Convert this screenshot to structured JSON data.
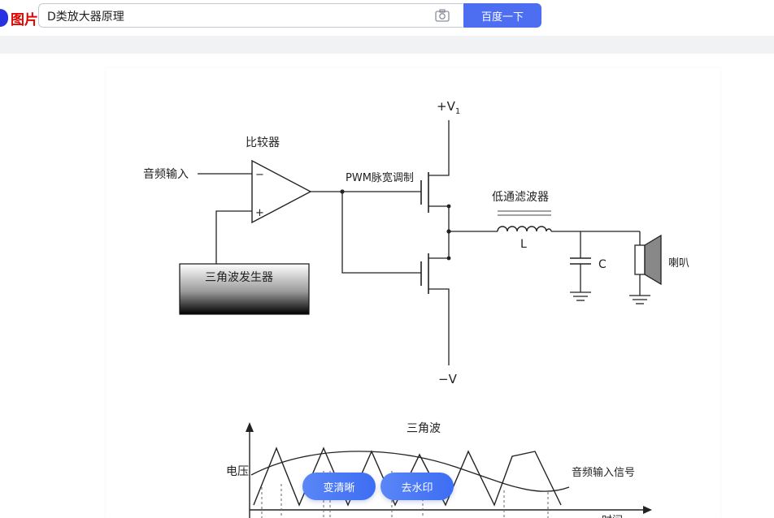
{
  "logo": {
    "text": "图片"
  },
  "search": {
    "query": "D类放大器原理",
    "button_label": "百度一下"
  },
  "diagram": {
    "comparator_label": "比较器",
    "audio_input_label": "音频输入",
    "triangle_generator_label": "三角波发生器",
    "pwm_label": "PWM脉宽调制",
    "vplus_label": "+V",
    "vplus_sub": "1",
    "vminus_label": "−V",
    "lowpass_label": "低通滤波器",
    "inductor_label": "L",
    "capacitor_label": "C",
    "speaker_label": "喇叭",
    "minus_sign": "−",
    "plus_sign": "+"
  },
  "waveform": {
    "title": "三角波",
    "y_axis_label": "电压",
    "x_axis_label": "时间",
    "audio_signal_label": "音频输入信号"
  },
  "actions": {
    "enhance_label": "变清晰",
    "remove_watermark_label": "去水印"
  },
  "colors": {
    "search_button": "#4e6ef2",
    "pill": "#4a7af5",
    "logo_red": "#e10602"
  }
}
